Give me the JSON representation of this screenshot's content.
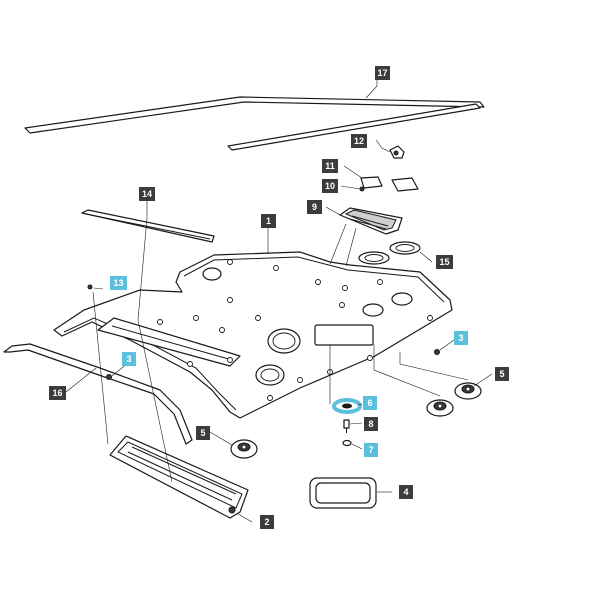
{
  "colors": {
    "callout_dark": "#3c3c3c",
    "callout_highlight": "#5bc0de",
    "highlight_ring": "#5bc0de",
    "line": "#1a1a1a"
  },
  "callouts": [
    {
      "id": "1",
      "label": "1",
      "highlight": false
    },
    {
      "id": "2",
      "label": "2",
      "highlight": false
    },
    {
      "id": "3a",
      "label": "3",
      "highlight": true
    },
    {
      "id": "3b",
      "label": "3",
      "highlight": true
    },
    {
      "id": "4",
      "label": "4",
      "highlight": false
    },
    {
      "id": "5a",
      "label": "5",
      "highlight": false
    },
    {
      "id": "5b",
      "label": "5",
      "highlight": false
    },
    {
      "id": "6",
      "label": "6",
      "highlight": true
    },
    {
      "id": "7",
      "label": "7",
      "highlight": true
    },
    {
      "id": "8",
      "label": "8",
      "highlight": false
    },
    {
      "id": "9",
      "label": "9",
      "highlight": false
    },
    {
      "id": "10",
      "label": "10",
      "highlight": false
    },
    {
      "id": "11",
      "label": "11",
      "highlight": false
    },
    {
      "id": "12",
      "label": "12",
      "highlight": false
    },
    {
      "id": "13",
      "label": "13",
      "highlight": true
    },
    {
      "id": "14",
      "label": "14",
      "highlight": false
    },
    {
      "id": "15",
      "label": "15",
      "highlight": false
    },
    {
      "id": "16",
      "label": "16",
      "highlight": false
    },
    {
      "id": "17",
      "label": "17",
      "highlight": false
    }
  ]
}
